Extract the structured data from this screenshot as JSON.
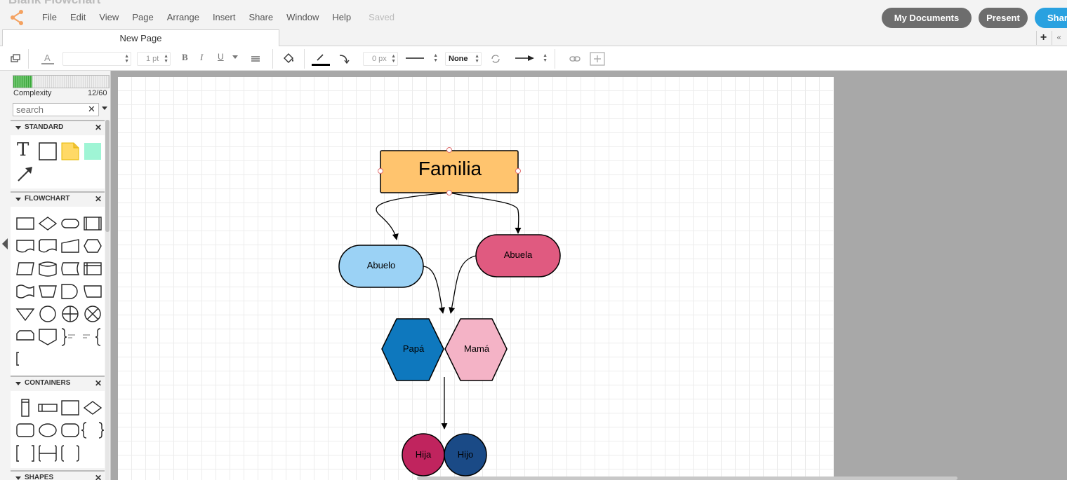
{
  "app": {
    "doc_title": "Blank Flowchart",
    "menu": [
      "File",
      "Edit",
      "View",
      "Page",
      "Arrange",
      "Insert",
      "Share",
      "Window",
      "Help"
    ],
    "saved_status": "Saved",
    "buttons": {
      "my_documents": "My Documents",
      "present": "Present",
      "share": "Share"
    }
  },
  "tabs": {
    "current_page": "New Page",
    "add": "+",
    "collapse": "«"
  },
  "toolbar": {
    "line_width": "1 pt",
    "bold": "B",
    "italic": "I",
    "underline": "U",
    "corner_radius": "0 px",
    "line_end": "None",
    "colors": {
      "text": "#999999",
      "stroke": "#000000"
    }
  },
  "sidebar": {
    "complexity_label": "Complexity",
    "complexity_count": "12/60",
    "complexity_fraction": 0.2,
    "search_placeholder": "search",
    "sections": {
      "standard": "STANDARD",
      "flowchart": "FLOWCHART",
      "containers": "CONTAINERS",
      "shapes": "SHAPES"
    },
    "standard_text_glyph": "T",
    "close_glyph": "✕"
  },
  "diagram": {
    "nodes": {
      "familia": {
        "label": "Familia",
        "fill": "#FFC46E"
      },
      "abuelo": {
        "label": "Abuelo",
        "fill": "#9BD2F5"
      },
      "abuela": {
        "label": "Abuela",
        "fill": "#E05A80"
      },
      "papa": {
        "label": "Papá",
        "fill": "#0E78BE"
      },
      "mama": {
        "label": "Mamá",
        "fill": "#F4B3C6"
      },
      "hija": {
        "label": "Hija",
        "fill": "#C0245E"
      },
      "hijo": {
        "label": "Hijo",
        "fill": "#1A4A86"
      }
    }
  }
}
